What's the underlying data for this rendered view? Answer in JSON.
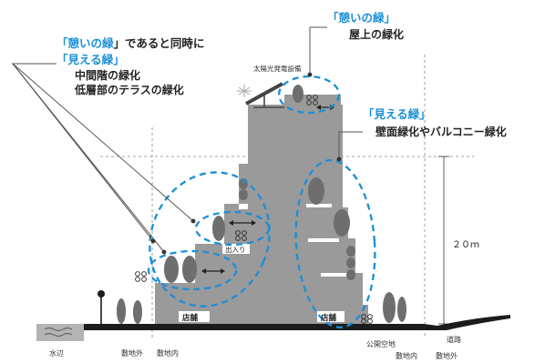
{
  "colors": {
    "accent": "#1b8fd6",
    "building": "#9a9a9a",
    "tree": "#6e6e6e",
    "ground": "#1c1c1c",
    "text": "#222222",
    "water": "#b4b4b4"
  },
  "callouts": {
    "mid": {
      "q_open": "「",
      "ikoi": "憩いの緑",
      "q_close_suffix": "」であると同時に",
      "mieru": "「見える緑」",
      "line1": "中間階の緑化",
      "line2": "低層部のテラスの緑化"
    },
    "roof": {
      "title": "「憩いの緑」",
      "line1": "屋上の緑化"
    },
    "wall": {
      "title": "「見える緑」",
      "line1": "壁面緑化やバルコニー緑化"
    }
  },
  "labels": {
    "solar": "太陽光発電設備",
    "entrance": "出入り",
    "shop_left": "店舗",
    "shop_right": "店舗",
    "height": "２０ｍ",
    "waterside": "水辺",
    "outside_site_left": "敷地外",
    "inside_site_left": "敷地内",
    "public_space": "公開空地",
    "inside_site_right": "敷地内",
    "road": "道路",
    "outside_site_right": "敷地外"
  }
}
